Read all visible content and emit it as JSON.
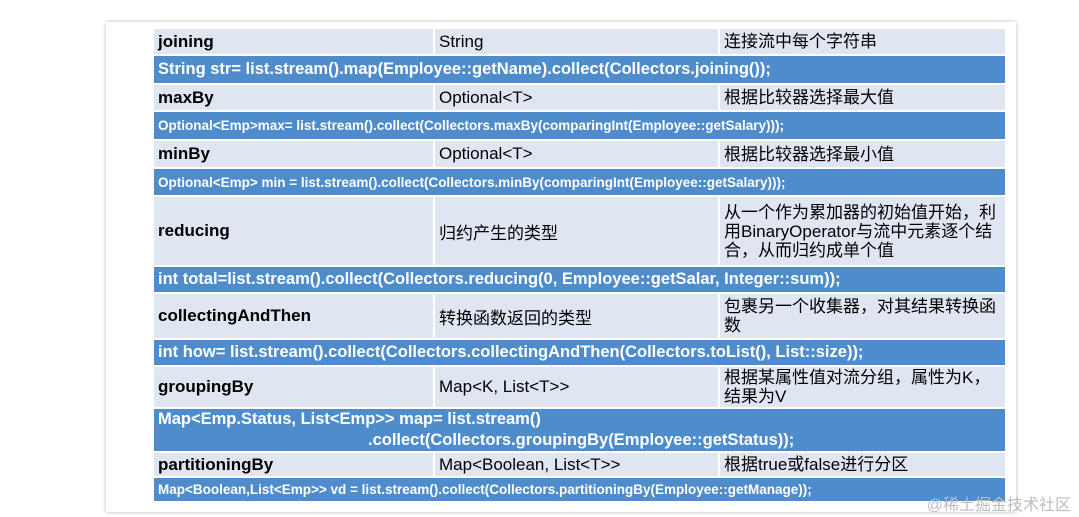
{
  "rows": [
    {
      "name": "joining",
      "ret": "String",
      "desc": "连接流中每个字符串",
      "code": "String str= list.stream().map(Employee::getName).collect(Collectors.joining());"
    },
    {
      "name": "maxBy",
      "ret": "Optional<T>",
      "desc": "根据比较器选择最大值",
      "code": "Optional<Emp>max= list.stream().collect(Collectors.maxBy(comparingInt(Employee::getSalary)));"
    },
    {
      "name": "minBy",
      "ret": "Optional<T>",
      "desc": "根据比较器选择最小值",
      "code": "Optional<Emp> min = list.stream().collect(Collectors.minBy(comparingInt(Employee::getSalary)));"
    },
    {
      "name": "reducing",
      "ret": "归约产生的类型",
      "desc": "从一个作为累加器的初始值开始，利用BinaryOperator与流中元素逐个结合，从而归约成单个值",
      "code": "int total=list.stream().collect(Collectors.reducing(0, Employee::getSalar, Integer::sum));"
    },
    {
      "name": "collectingAndThen",
      "ret": "转换函数返回的类型",
      "desc": "包裹另一个收集器，对其结果转换函数",
      "code": "int how= list.stream().collect(Collectors.collectingAndThen(Collectors.toList(), List::size));"
    },
    {
      "name": "groupingBy",
      "ret": "Map<K, List<T>>",
      "desc": "根据某属性值对流分组，属性为K，结果为V",
      "code_line1": "Map<Emp.Status, List<Emp>> map= list.stream()",
      "code_line2": ".collect(Collectors.groupingBy(Employee::getStatus));"
    },
    {
      "name": "partitioningBy",
      "ret": "Map<Boolean, List<T>>",
      "desc": "根据true或false进行分区",
      "code": "Map<Boolean,List<Emp>> vd = list.stream().collect(Collectors.partitioningBy(Employee::getManage));"
    }
  ],
  "watermark": "@稀土掘金技术社区"
}
